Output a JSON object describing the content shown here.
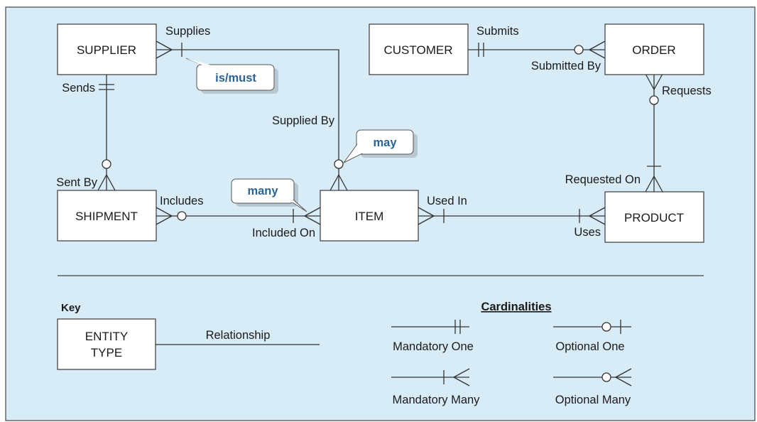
{
  "colors": {
    "background": "#d8ecf8",
    "border": "#444444",
    "callout_text": "#2a6496",
    "entity_fill": "#ffffff"
  },
  "entities": {
    "supplier": "SUPPLIER",
    "customer": "CUSTOMER",
    "order": "ORDER",
    "shipment": "SHIPMENT",
    "item": "ITEM",
    "product": "PRODUCT"
  },
  "relationships": {
    "supplies": "Supplies",
    "supplied_by": "Supplied By",
    "sends": "Sends",
    "sent_by": "Sent By",
    "includes": "Includes",
    "included_on": "Included On",
    "used_in": "Used In",
    "uses": "Uses",
    "submits": "Submits",
    "submitted_by": "Submitted By",
    "requests": "Requests",
    "requested_on": "Requested On"
  },
  "callouts": {
    "is_must": "is/must",
    "may": "may",
    "many": "many"
  },
  "key": {
    "title": "Key",
    "entity_line1": "ENTITY",
    "entity_line2": "TYPE",
    "relationship": "Relationship"
  },
  "cardinalities": {
    "title": "Cardinalities",
    "mandatory_one": "Mandatory One",
    "optional_one": "Optional One",
    "mandatory_many": "Mandatory Many",
    "optional_many": "Optional Many"
  }
}
